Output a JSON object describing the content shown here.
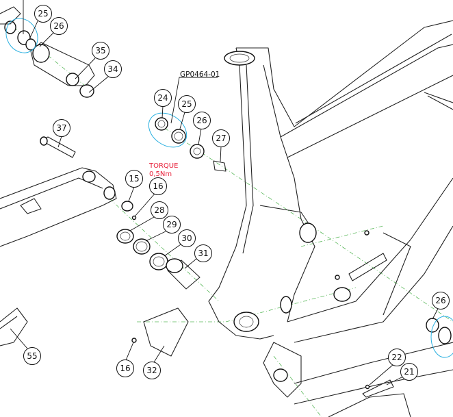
{
  "diagram": {
    "assembly_ref": "GP0464-01",
    "torque": {
      "line1": "TORQUE",
      "line2": "0,5Nm",
      "color": "#e8203a"
    },
    "callouts": [
      "25",
      "26",
      "35",
      "34",
      "37",
      "24",
      "25",
      "26",
      "27",
      "15",
      "16",
      "28",
      "29",
      "30",
      "31",
      "55",
      "16",
      "32",
      "22",
      "21",
      "26"
    ],
    "colors": {
      "group_outline": "#2ab0e0",
      "axis_line": "#5ab85a",
      "linework": "#222222"
    }
  }
}
